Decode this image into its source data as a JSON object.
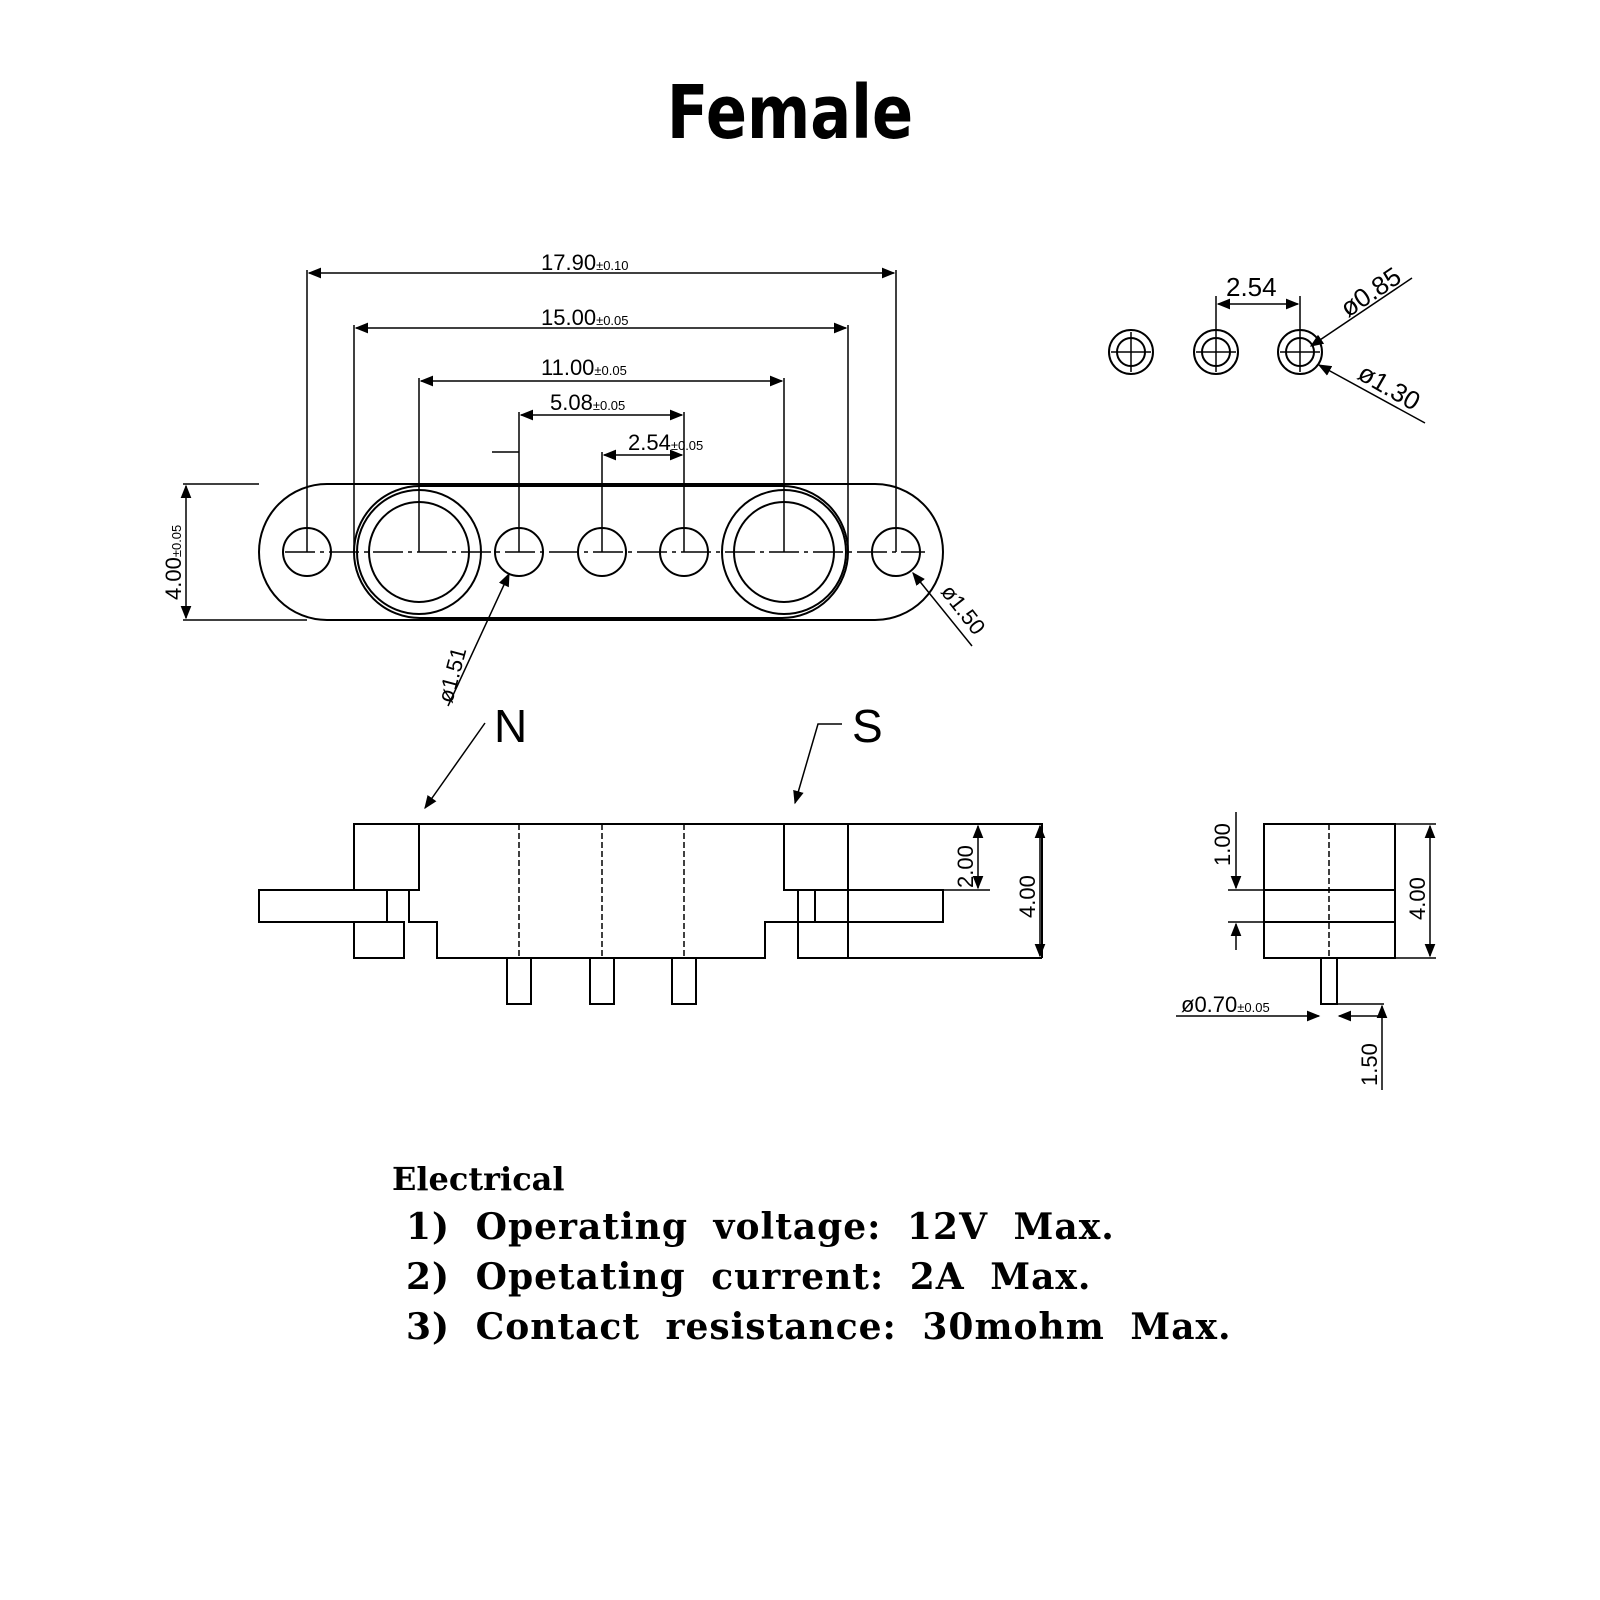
{
  "title": "Female",
  "top_view": {
    "dim_overall": {
      "value": "17.90",
      "tol": "±0.10"
    },
    "dim_outer_magnets": {
      "value": "15.00",
      "tol": "±0.05"
    },
    "dim_magnet_centers": {
      "value": "11.00",
      "tol": "±0.05"
    },
    "dim_pin_span": {
      "value": "5.08",
      "tol": "±0.05"
    },
    "dim_pin_pitch": {
      "value": "2.54",
      "tol": "±0.05"
    },
    "dim_height": {
      "value": "4.00",
      "tol": "±0.05"
    },
    "dia_pin_hole": "ø1.51",
    "dia_mount_hole": "ø1.50"
  },
  "pcb_view": {
    "pitch": "2.54",
    "dia_inner": "ø0.85",
    "dia_outer": "ø1.30"
  },
  "side_view": {
    "label_north": "N",
    "label_south": "S",
    "dim_flange": "2.00",
    "dim_height": "4.00"
  },
  "end_view": {
    "dim_top": "1.00",
    "dim_height": "4.00",
    "pin_dia": {
      "value": "ø0.70",
      "tol": "±0.05"
    },
    "pin_length": "1.50"
  },
  "electrical": {
    "heading": "Electrical",
    "items": [
      "1) Operating voltage: 12V Max.",
      "2) Opetating current: 2A Max.",
      "3) Contact resistance: 30mohm Max."
    ]
  }
}
